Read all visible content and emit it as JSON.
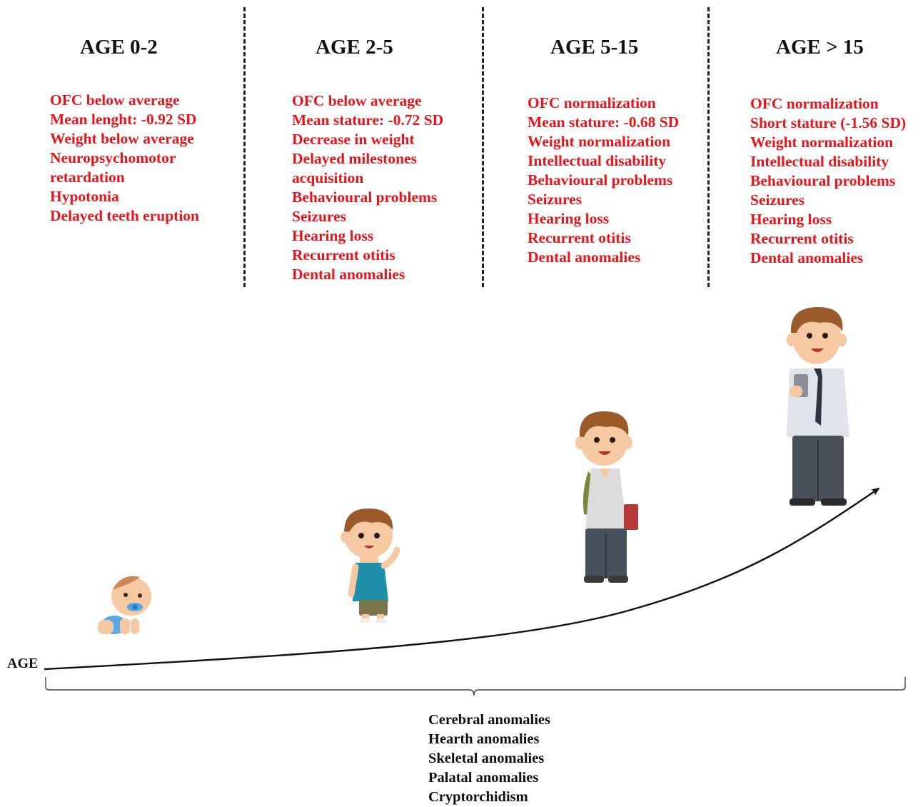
{
  "columns": [
    {
      "title": "AGE 0-2",
      "items": [
        "OFC below average",
        "Mean lenght:  -0.92 SD",
        "Weight below average",
        "Neuropsychomotor",
        "retardation",
        "Hypotonia",
        "Delayed teeth eruption"
      ]
    },
    {
      "title": "AGE 2-5",
      "items": [
        "OFC below average",
        "Mean stature: -0.72 SD",
        "Decrease in weight",
        "Delayed milestones",
        "acquisition",
        "Behavioural problems",
        "Seizures",
        "Hearing loss",
        "Recurrent otitis",
        "Dental anomalies"
      ]
    },
    {
      "title": "AGE 5-15",
      "items": [
        "OFC normalization",
        "Mean stature: -0.68 SD",
        "Weight normalization",
        "Intellectual disability",
        "Behavioural problems",
        "Seizures",
        "Hearing loss",
        "Recurrent otitis",
        "Dental anomalies"
      ]
    },
    {
      "title": "AGE > 15",
      "items": [
        "OFC normalization",
        "Short stature (-1.56 SD)",
        "Weight normalization",
        "Intellectual disability",
        "Behavioural problems",
        "Seizures",
        "Hearing loss",
        "Recurrent otitis",
        "Dental anomalies"
      ]
    }
  ],
  "axis_label": "AGE",
  "lifelong_anomalies": [
    "Cerebral anomalies",
    "Hearth anomalies",
    "Skeletal anomalies",
    "Palatal anomalies",
    "Cryptorchidism"
  ],
  "figures": [
    "baby-figure",
    "toddler-figure",
    "child-figure",
    "adult-figure"
  ],
  "colors": {
    "feature_text": "#e8141a",
    "title_text": "#111111",
    "divider": "#222222",
    "curve": "#111111"
  }
}
